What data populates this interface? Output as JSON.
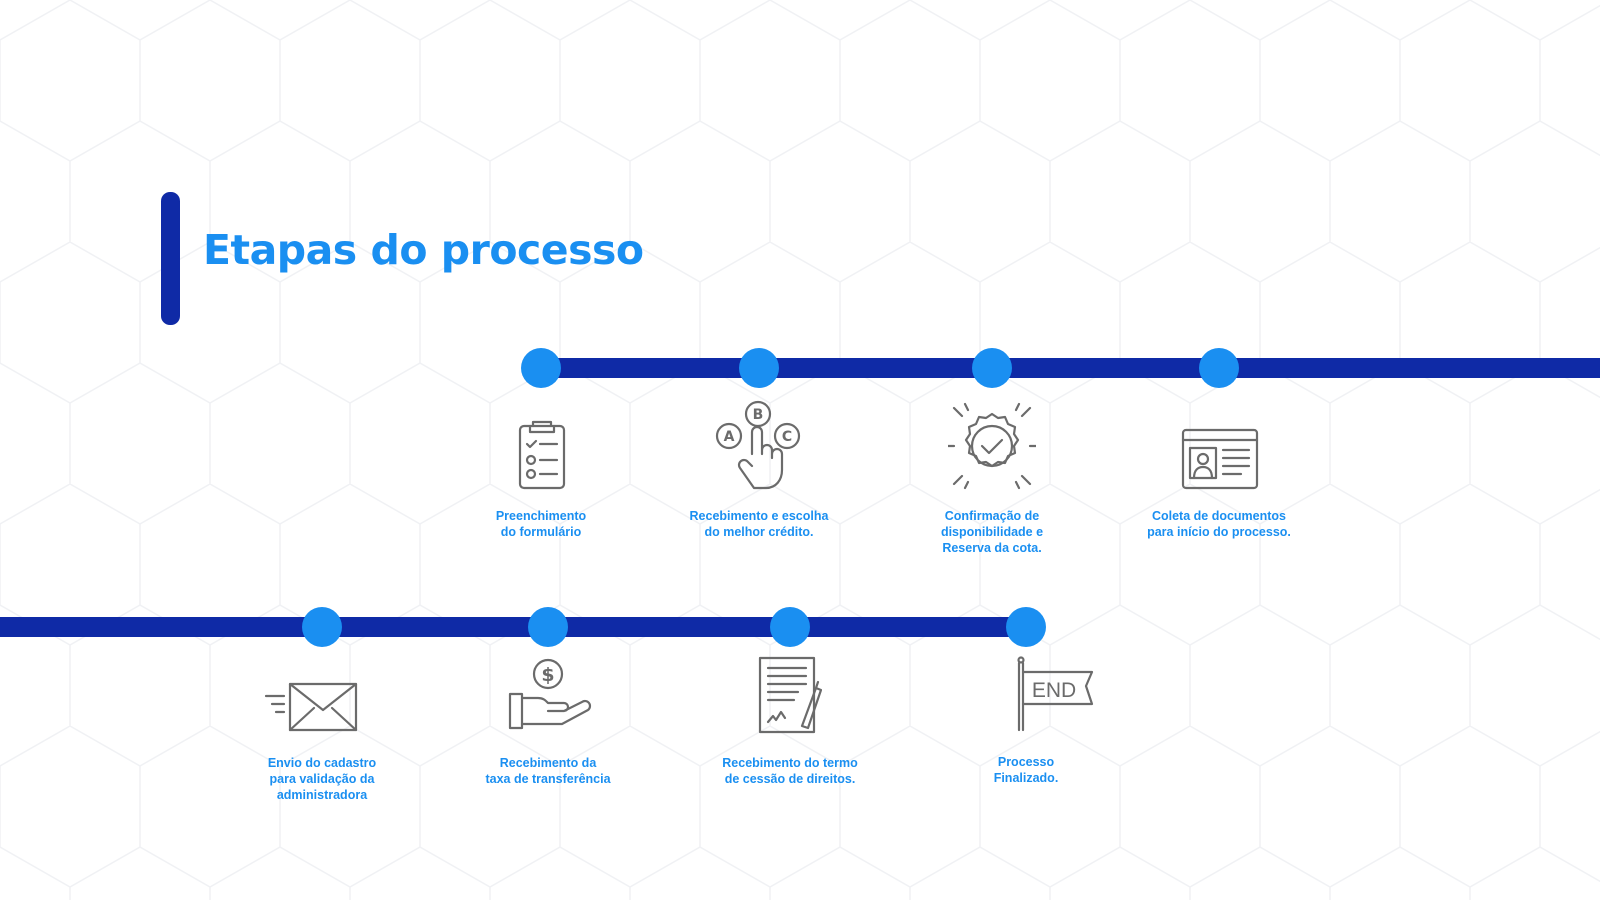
{
  "page": {
    "title": "Etapas do processo"
  },
  "colors": {
    "title_blue": "#1a8ff1",
    "track_navy": "#0f2aa6",
    "dot_blue": "#1a8ff1",
    "icon_gray": "#6b6b6b"
  },
  "steps": [
    {
      "label": "Preenchimento\ndo formulário",
      "icon": "clipboard-checklist-icon"
    },
    {
      "label": "Recebimento e escolha\ndo melhor crédito.",
      "icon": "abc-choice-hand-icon"
    },
    {
      "label": "Confirmação de\ndisponibilidade e\nReserva da cota.",
      "icon": "approved-badge-icon"
    },
    {
      "label": "Coleta de documentos\npara início do processo.",
      "icon": "id-card-icon"
    },
    {
      "label": "Envio do cadastro\npara validação da\nadministradora",
      "icon": "envelope-icon"
    },
    {
      "label": "Recebimento da\ntaxa de transferência",
      "icon": "money-hand-icon"
    },
    {
      "label": "Recebimento do termo\nde cessão de direitos.",
      "icon": "signed-document-icon"
    },
    {
      "label": "Processo\nFinalizado.",
      "icon": "end-flag-icon",
      "flag_text": "END"
    }
  ]
}
